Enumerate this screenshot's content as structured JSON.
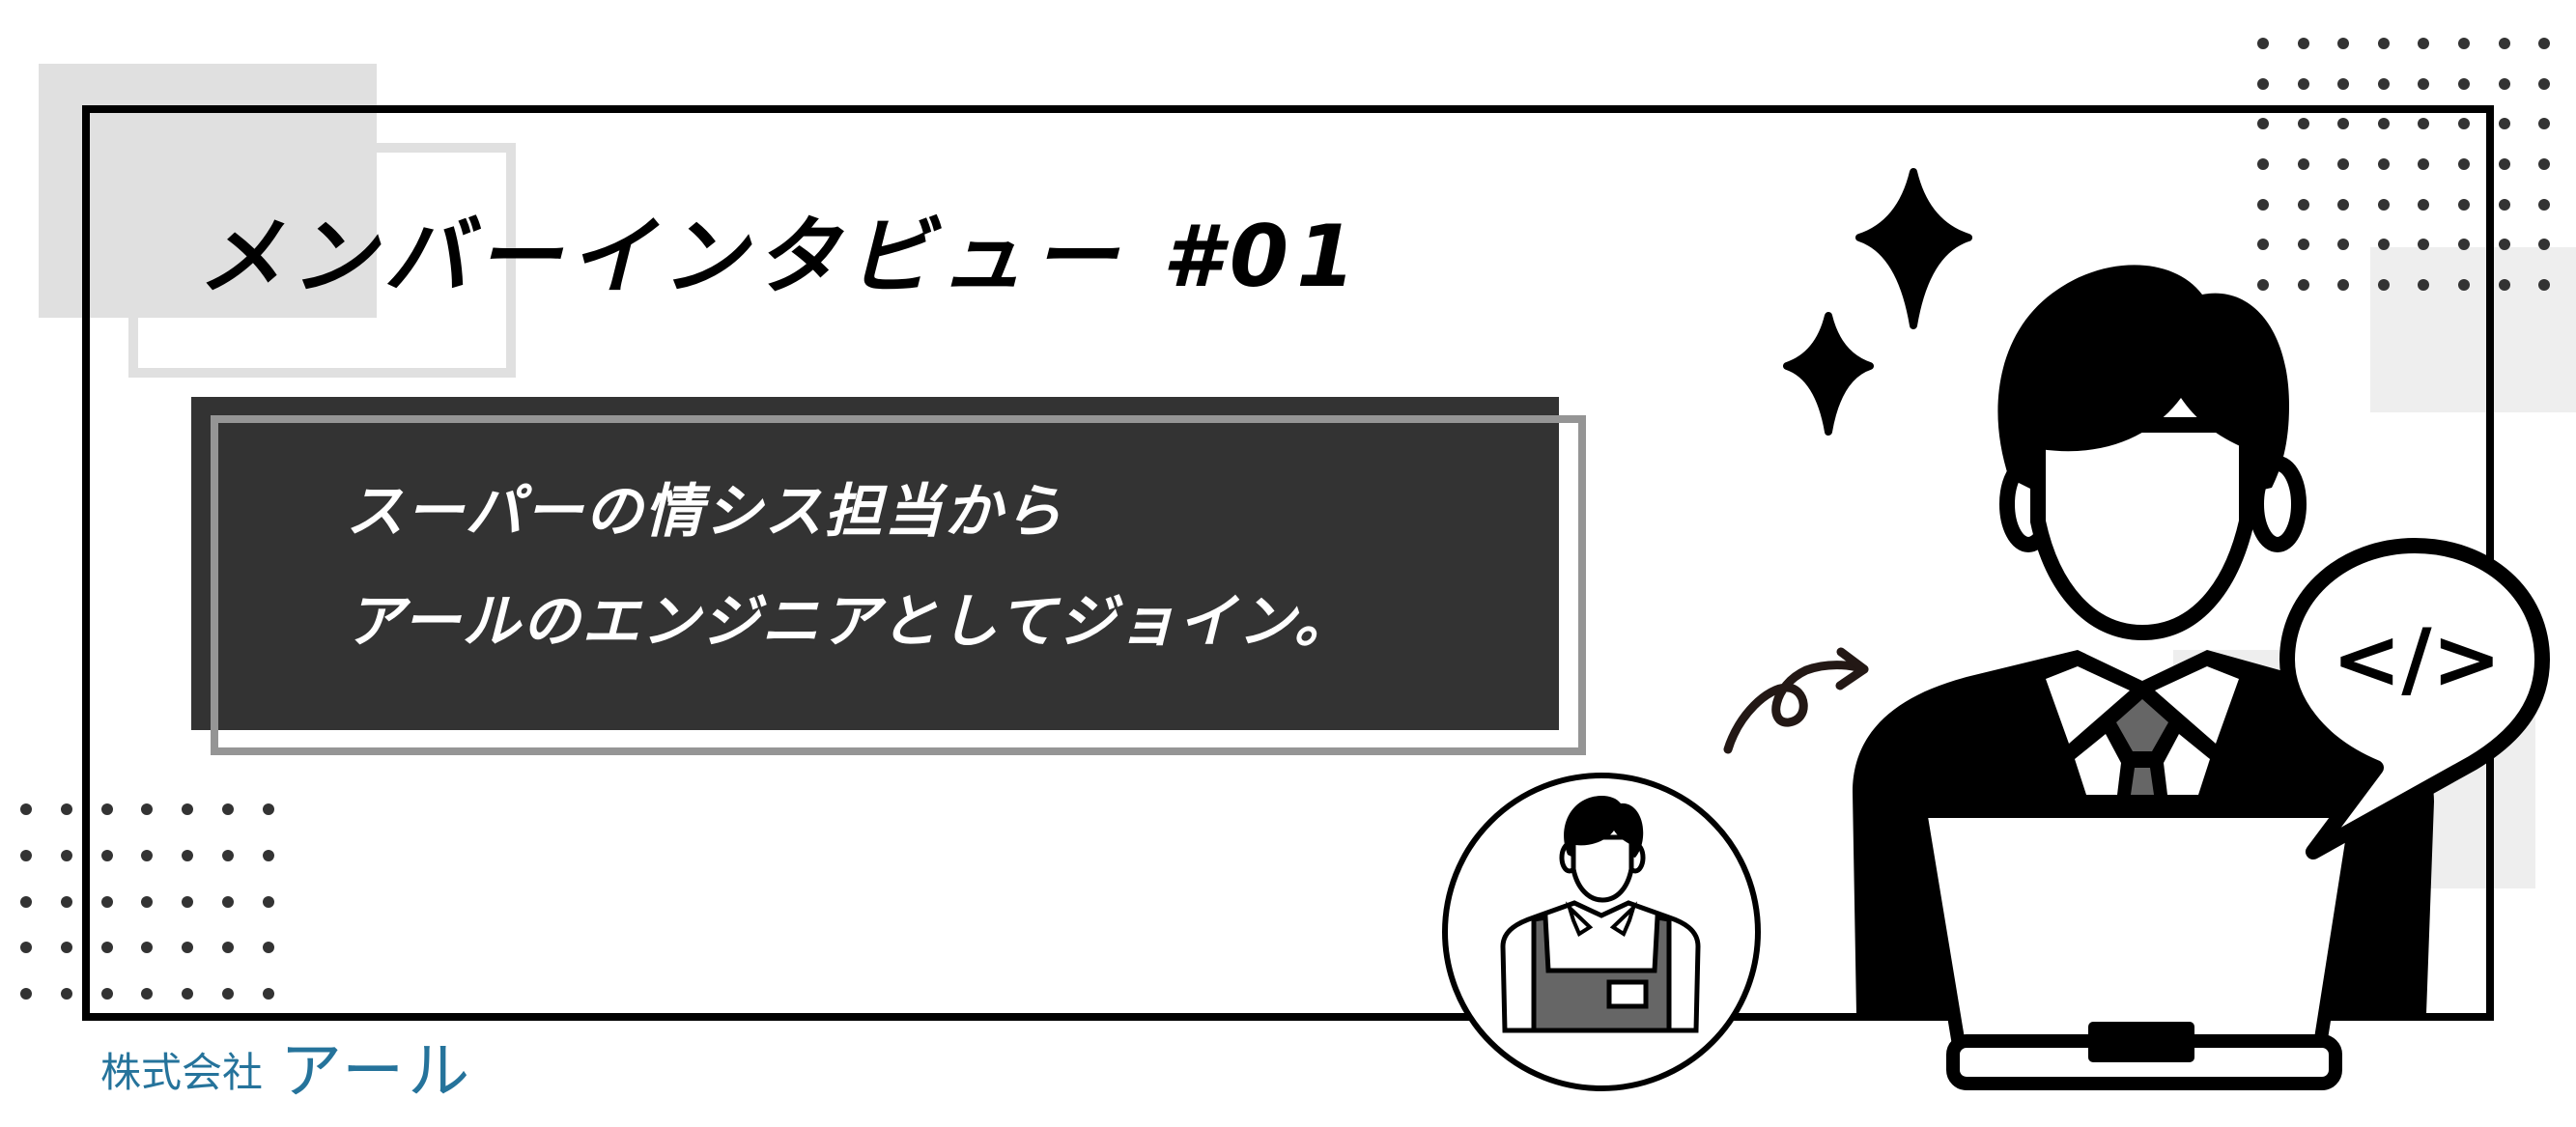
{
  "banner": {
    "title": "メンバーインタビュー #01",
    "subtitle_lines": [
      "スーパーの情シス担当から",
      "アールのエンジニアとしてジョイン。"
    ],
    "code_bubble_text": "</>",
    "logo": {
      "prefix": "株式会社",
      "name": "アール"
    }
  },
  "colors": {
    "background": "#ffffff",
    "frame": "#000000",
    "accent_gray": "#e0e0e0",
    "dark_box": "#333333",
    "dark_box_outline": "#959595",
    "dots": "#333333",
    "tie_and_apron": "#666666",
    "arrow": "#231815",
    "logo": "#25739b"
  },
  "icons": {
    "sparkle_large": "sparkle-icon",
    "sparkle_small": "sparkle-icon",
    "curly_arrow": "curly-arrow-icon",
    "engineer": "businessman-laptop-illustration",
    "store_clerk": "store-clerk-avatar",
    "code_bubble": "code-speech-bubble-icon"
  }
}
